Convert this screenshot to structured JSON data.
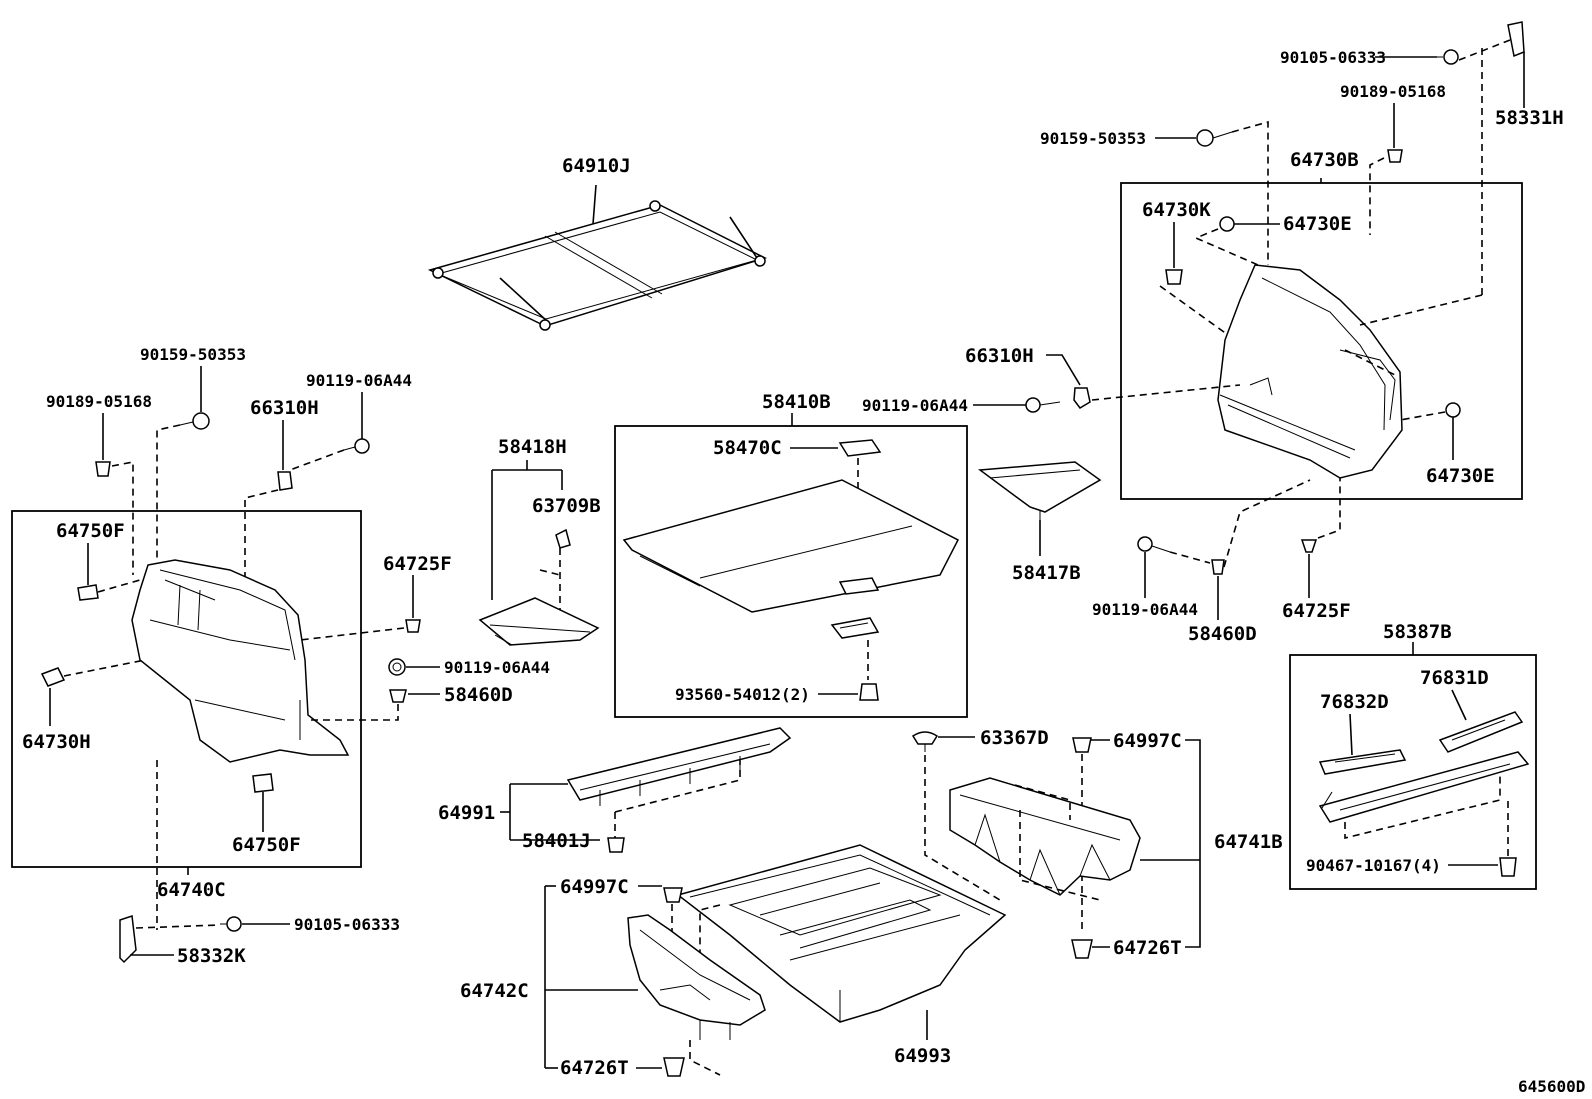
{
  "diagram": {
    "figure_code": "645600D",
    "labels": {
      "p64910J": "64910J",
      "p90105_06333_r": "90105-06333",
      "p90189_05168_r": "90189-05168",
      "p58331H": "58331H",
      "p90159_50353_r": "90159-50353",
      "p64730B": "64730B",
      "p64730K": "64730K",
      "p64730E_top": "64730E",
      "p66310H_r": "66310H",
      "p90119_06A44_mid": "90119-06A44",
      "p64730E_bot": "64730E",
      "p58410B": "58410B",
      "p58470C": "58470C",
      "p58418H": "58418H",
      "p63709B": "63709B",
      "p58417B": "58417B",
      "p90119_06A44_r2": "90119-06A44",
      "p58460D_r": "58460D",
      "p64725F_r": "64725F",
      "p58387B": "58387B",
      "p76831D": "76831D",
      "p76832D": "76832D",
      "p90467_10167": "90467-10167(4)",
      "p90159_50353_l": "90159-50353",
      "p90119_06A44_l": "90119-06A44",
      "p90189_05168_l": "90189-05168",
      "p66310H_l": "66310H",
      "p64750F_top": "64750F",
      "p64725F_l": "64725F",
      "p90119_06A44_c": "90119-06A44",
      "p58460D_c": "58460D",
      "p64730H": "64730H",
      "p64750F_bot": "64750F",
      "p64740C": "64740C",
      "p90105_06333_l": "90105-06333",
      "p58332K": "58332K",
      "p93560_54012": "93560-54012(2)",
      "p63367D": "63367D",
      "p64997C_r": "64997C",
      "p64991": "64991",
      "p58401J": "58401J",
      "p64741B": "64741B",
      "p64997C_l": "64997C",
      "p64726T_r": "64726T",
      "p64742C": "64742C",
      "p64726T_l": "64726T",
      "p64993": "64993"
    }
  }
}
